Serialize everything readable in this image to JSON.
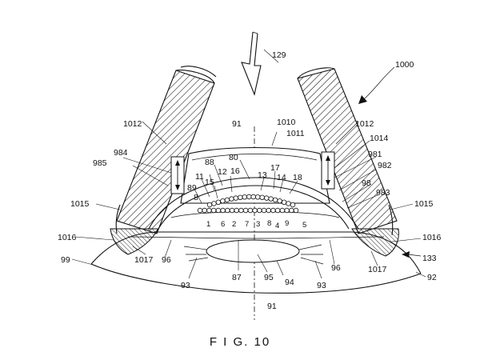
{
  "caption": "F I G. 10",
  "reference_labels": {
    "r1000": "1000",
    "r129": "129",
    "r91_top": "91",
    "r91_bottom": "91",
    "r1010": "1010",
    "r1011": "1011",
    "r1012_left": "1012",
    "r1012_right": "1012",
    "r1014": "1014",
    "r984": "984",
    "r985": "985",
    "r981": "981",
    "r982": "982",
    "r983": "983",
    "r98": "98",
    "r80": "80",
    "r88": "88",
    "r12": "12",
    "r16": "16",
    "r13": "13",
    "r17": "17",
    "r14": "14",
    "r18": "18",
    "r11": "11",
    "r15": "15",
    "r89": "89",
    "r8": "8",
    "r1015_left": "1015",
    "r1015_right": "1015",
    "r1016_left": "1016",
    "r1016_right": "1016",
    "r1017_left": "1017",
    "r1017_right": "1017",
    "r99": "99",
    "r92": "92",
    "r133": "133",
    "r96_left": "96",
    "r96_right": "96",
    "r93_left": "93",
    "r93_right": "93",
    "r87": "87",
    "r95": "95",
    "r94": "94"
  },
  "sequence_labels": {
    "s1": "1",
    "s6": "6",
    "s2": "2",
    "s7": "7",
    "s3": "3",
    "s8": "8",
    "s4": "4",
    "s9": "9",
    "s5": "5"
  },
  "markers": {
    "bead_count_upper": 20,
    "bead_count_lower": 22
  }
}
